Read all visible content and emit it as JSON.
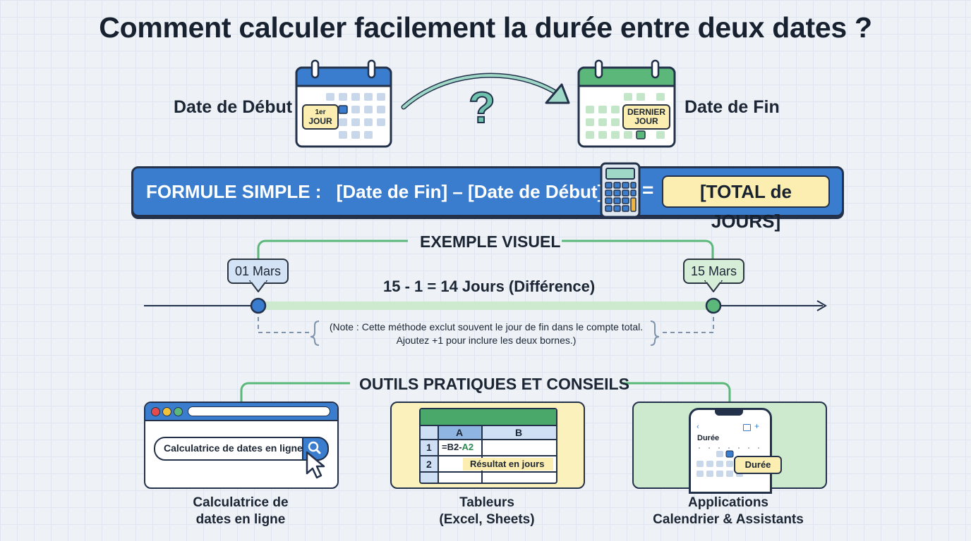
{
  "title": "Comment calculer facilement la durée entre deux dates ?",
  "start_label": "Date de Début",
  "end_label": "Date de Fin",
  "start_badge": {
    "line1": "1er",
    "line2": "JOUR"
  },
  "end_badge": {
    "line1": "DERNIER",
    "line2": "JOUR"
  },
  "question_mark": "?",
  "formula": {
    "prefix": "FORMULE SIMPLE :",
    "expression": "[Date de Fin] – [Date de Début] –",
    "equals": "=",
    "result": "[TOTAL de JOURS]"
  },
  "example": {
    "title": "EXEMPLE VISUEL",
    "start_bubble": "01 Mars",
    "end_bubble": "15 Mars",
    "calculation": "15 - 1 = 14 Jours (Différence)",
    "note_line1": "(Note : Cette méthode exclut souvent le jour de fin dans le compte total.",
    "note_line2": "Ajoutez +1 pour inclure les deux bornes.)"
  },
  "tools": {
    "title": "OUTILS PRATIQUES ET CONSEILS",
    "online": {
      "search_text": "Calculatrice de dates en ligne",
      "caption_line1": "Calculatrice de",
      "caption_line2": "dates en ligne"
    },
    "spreadsheet": {
      "col_a": "A",
      "col_b": "B",
      "row1": "1",
      "row2": "2",
      "formula_prefix": "=B2-",
      "formula_suffix": "A2",
      "result": "Résultat en jours",
      "caption_line1": "Tableurs",
      "caption_line2": "(Excel, Sheets)"
    },
    "apps": {
      "screen_title": "Durée",
      "badge": "Durée",
      "caption_line1": "Applications",
      "caption_line2": "Calendrier & Assistants"
    }
  },
  "colors": {
    "blue": "#3a7dcf",
    "green": "#5cb87a",
    "yellow": "#fbeeb0",
    "dark": "#23324a",
    "light_green": "#cdeacf"
  }
}
